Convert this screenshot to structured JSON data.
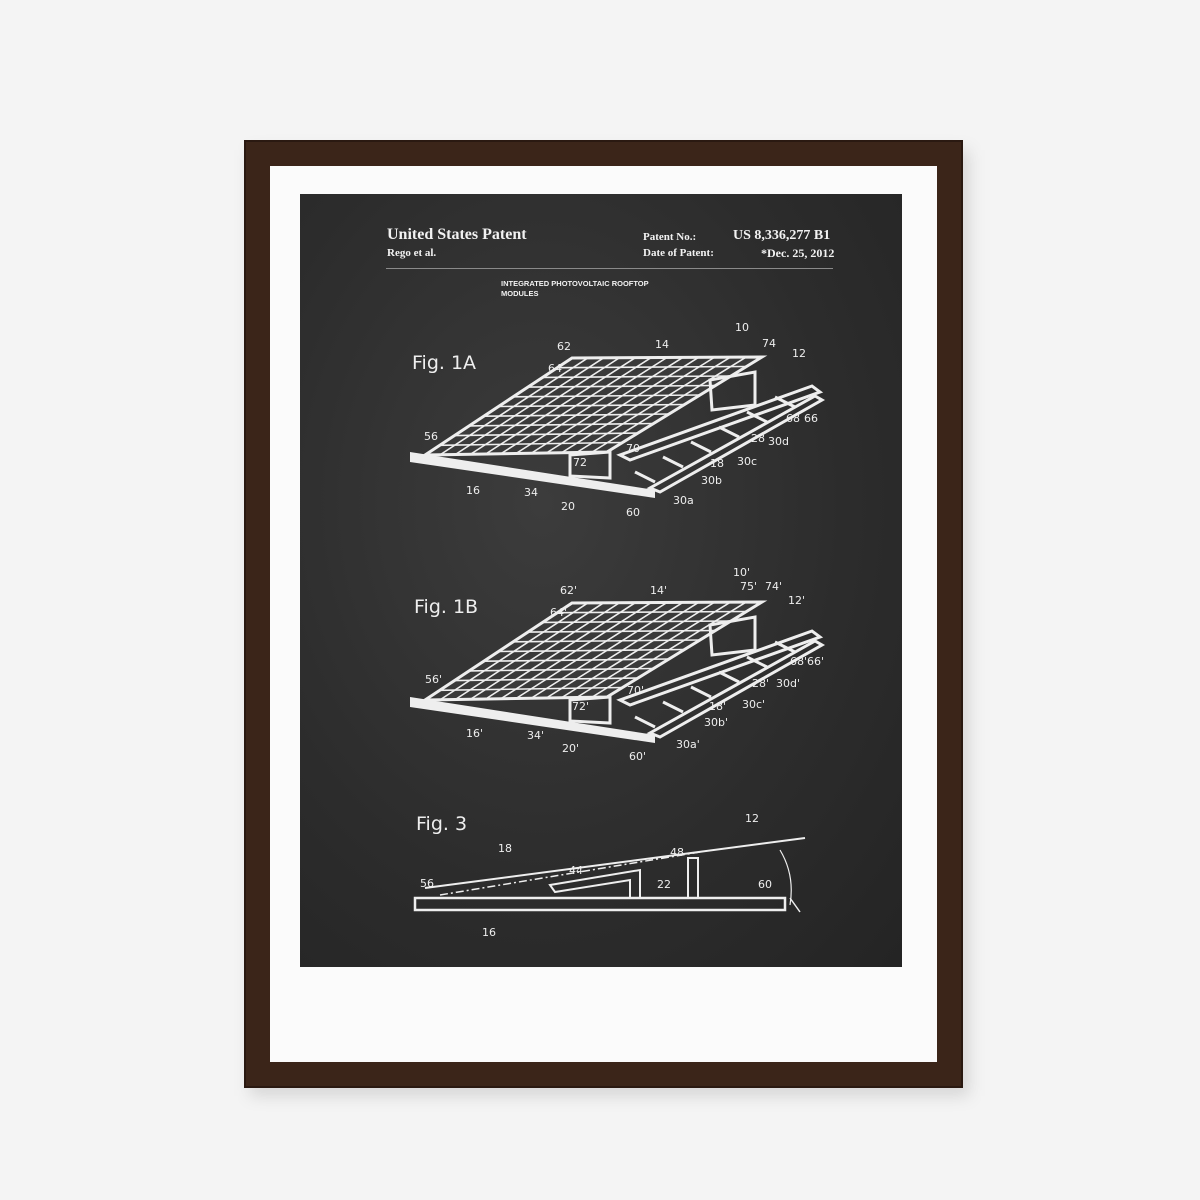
{
  "header": {
    "title": "United States Patent",
    "inventor": "Rego et al.",
    "patent_no_label": "Patent No.:",
    "patent_no": "US 8,336,277 B1",
    "date_label": "Date of Patent:",
    "date": "*Dec. 25, 2012",
    "invention_title_line1": "INTEGRATED PHOTOVOLTAIC ROOFTOP",
    "invention_title_line2": "MODULES"
  },
  "figures": [
    {
      "name": "Fig. 1A",
      "labels": [
        "10",
        "12",
        "14",
        "62",
        "64",
        "74",
        "56",
        "70",
        "72",
        "68",
        "66",
        "28",
        "30d",
        "18",
        "30c",
        "30b",
        "34",
        "16",
        "20",
        "60",
        "30a"
      ]
    },
    {
      "name": "Fig. 1B",
      "labels": [
        "10'",
        "75'",
        "74'",
        "12'",
        "14'",
        "62'",
        "64'",
        "56'",
        "70'",
        "72'",
        "68'",
        "66'",
        "28'",
        "30d'",
        "18'",
        "30c'",
        "30b'",
        "34'",
        "16'",
        "20'",
        "60'",
        "30a'"
      ]
    },
    {
      "name": "Fig. 3",
      "labels": [
        "12",
        "18",
        "48",
        "44",
        "56",
        "22",
        "60",
        "16"
      ]
    }
  ],
  "colors": {
    "frame": "#3b2519",
    "mat": "#fbfbfb",
    "chalkboard": "#2e2e2e",
    "ink": "#eeeeee"
  }
}
